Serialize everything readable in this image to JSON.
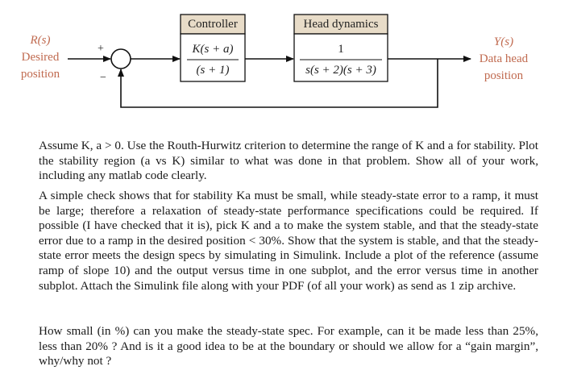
{
  "diagram": {
    "input": {
      "signal": "R(s)",
      "line1": "Desired",
      "line2": "position"
    },
    "output": {
      "signal": "Y(s)",
      "line1": "Data head",
      "line2": "position"
    },
    "summing_junction": {
      "plus": "+",
      "minus": "−"
    },
    "controller": {
      "title": "Controller",
      "numerator": "K(s + a)",
      "denominator": "(s + 1)"
    },
    "plant": {
      "title": "Head dynamics",
      "numerator": "1",
      "denominator": "s(s + 2)(s + 3)"
    },
    "colors": {
      "box_title_fill": "#e8dcc8",
      "label_color": "#c06a4f"
    }
  },
  "questions": [
    {
      "text": "Assume K, a > 0. Use the Routh-Hurwitz criterion to determine the range of K and a for stability. Plot the stability region (a vs K) similar to what was done in that problem. Show all of your work, including any matlab code clearly."
    },
    {
      "text": "A simple check shows that for stability Ka must be small, while steady-state error to a ramp, it must be large; therefore a relaxation of steady-state performance specifications could be required. If possible (I have checked that it is), pick K and a to make the system stable, and that the steady-state error due to a ramp in the desired position < 30%. Show that the system is stable, and that the steady-state error meets the design specs by simulating in Simulink. Include a plot of the reference (assume ramp of slope 10) and the output versus time in one subplot, and the error versus time in another subplot. Attach the Simulink file along with your PDF (of all your work) as send as 1 zip archive."
    },
    {
      "text": "How small (in %) can you make the steady-state spec. For example, can it be made less than 25%, less than 20% ? And is it a good idea to be at the boundary or should we allow for a “gain margin”, why/why not ?"
    }
  ]
}
